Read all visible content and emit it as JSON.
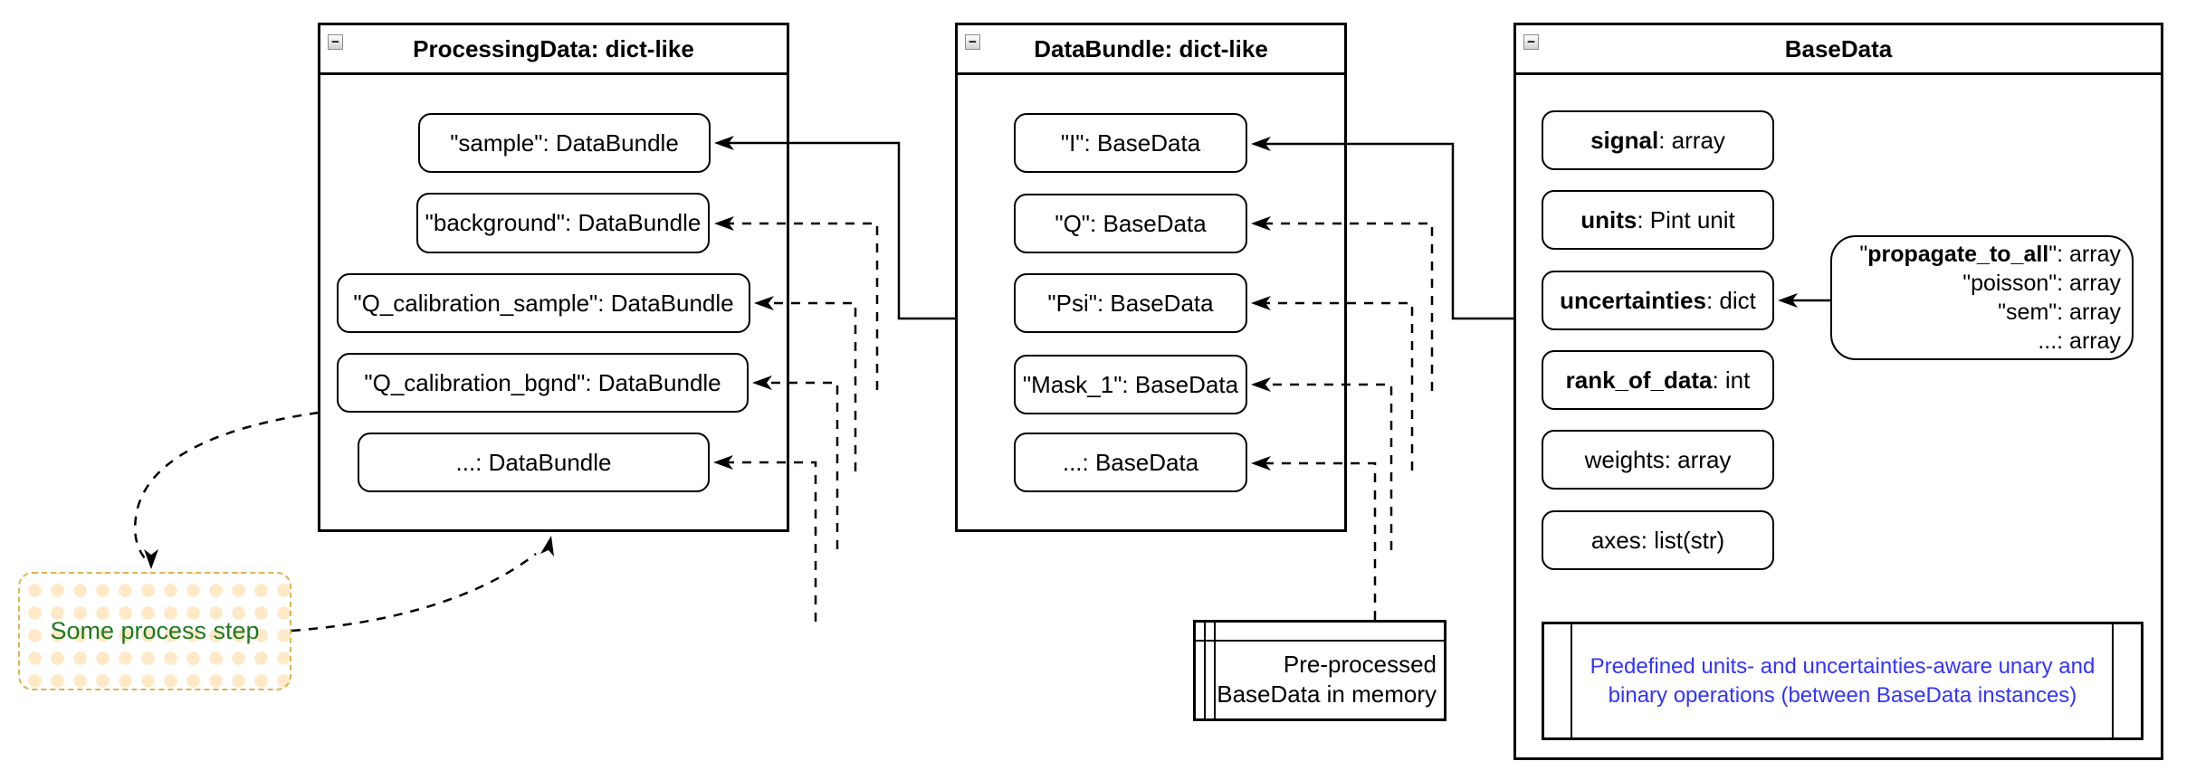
{
  "colors": {
    "line": "#000000",
    "note_blue": "#3333ff",
    "process_green": "#1f7a1f",
    "process_border": "#d6b656",
    "process_dot": "#ffe9c7"
  },
  "icons": {
    "collapse_glyph": "−"
  },
  "processing": {
    "title": "ProcessingData: dict-like",
    "items": [
      "\"sample\": DataBundle",
      "\"background\": DataBundle",
      "\"Q_calibration_sample\": DataBundle",
      "\"Q_calibration_bgnd\": DataBundle",
      "...: DataBundle"
    ]
  },
  "databundle": {
    "title": "DataBundle: dict-like",
    "items": [
      "\"I\": BaseData",
      "\"Q\": BaseData",
      "\"Psi\": BaseData",
      "\"Mask_1\": BaseData",
      "...: BaseData"
    ]
  },
  "basedata": {
    "title": "BaseData",
    "fields": [
      {
        "name": "signal",
        "rest": ": array"
      },
      {
        "name": "units",
        "rest": ": Pint unit"
      },
      {
        "name": "uncertainties",
        "rest": ": dict"
      },
      {
        "name": "rank_of_data",
        "rest": ": int"
      },
      {
        "name": "",
        "rest": "weights: array"
      },
      {
        "name": "",
        "rest": "axes: list(str)"
      }
    ],
    "uncertainties_detail": {
      "lines": [
        {
          "pre": "\"",
          "bold": "propagate_to_all",
          "rest": "\": array"
        },
        {
          "pre": "",
          "bold": "",
          "rest": "\"poisson\": array"
        },
        {
          "pre": "",
          "bold": "",
          "rest": "\"sem\": array"
        },
        {
          "pre": "",
          "bold": "",
          "rest": "...: array"
        }
      ]
    },
    "operations_note": [
      "Predefined units- and uncertainties-aware unary and",
      "binary operations (between BaseData instances)"
    ]
  },
  "preprocessed": {
    "lines": [
      "Pre-processed",
      "BaseData in memory"
    ]
  },
  "process_step": {
    "label": "Some process step"
  }
}
